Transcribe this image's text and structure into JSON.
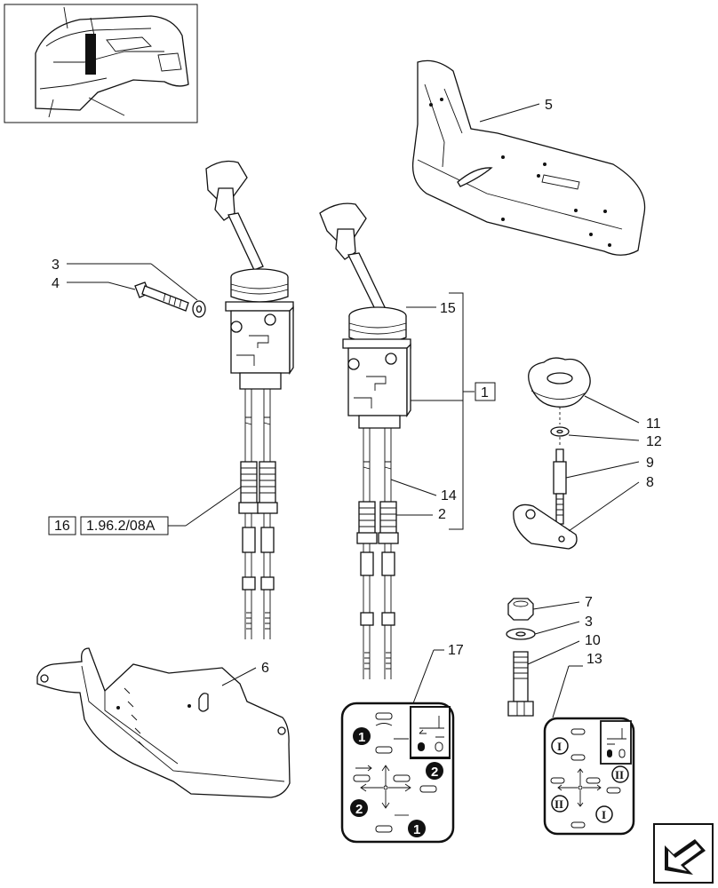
{
  "callouts": {
    "c1": "1",
    "c2": "2",
    "c3a": "3",
    "c3b": "3",
    "c4": "4",
    "c5": "5",
    "c6": "6",
    "c7": "7",
    "c8": "8",
    "c9": "9",
    "c10": "10",
    "c11": "11",
    "c12": "12",
    "c13": "13",
    "c14": "14",
    "c15": "15",
    "c16": "16",
    "c17": "17"
  },
  "reference": {
    "code": "1.96.2/08A"
  },
  "decal17": {
    "badge_top": "1",
    "badge_mid": "2",
    "badge_bottom_left": "2",
    "badge_bottom_right": "1"
  },
  "decal13": {
    "roman_top": "I",
    "roman_mid": "II",
    "roman_bottom_left": "II",
    "roman_bottom_right": "I"
  },
  "icons": [
    "cab-thumbnail",
    "joystick-lever-left",
    "joystick-lever-right",
    "support-bracket",
    "guard-plate",
    "knob",
    "stud",
    "nut",
    "bolt",
    "screw",
    "washer",
    "next-page-arrow"
  ]
}
